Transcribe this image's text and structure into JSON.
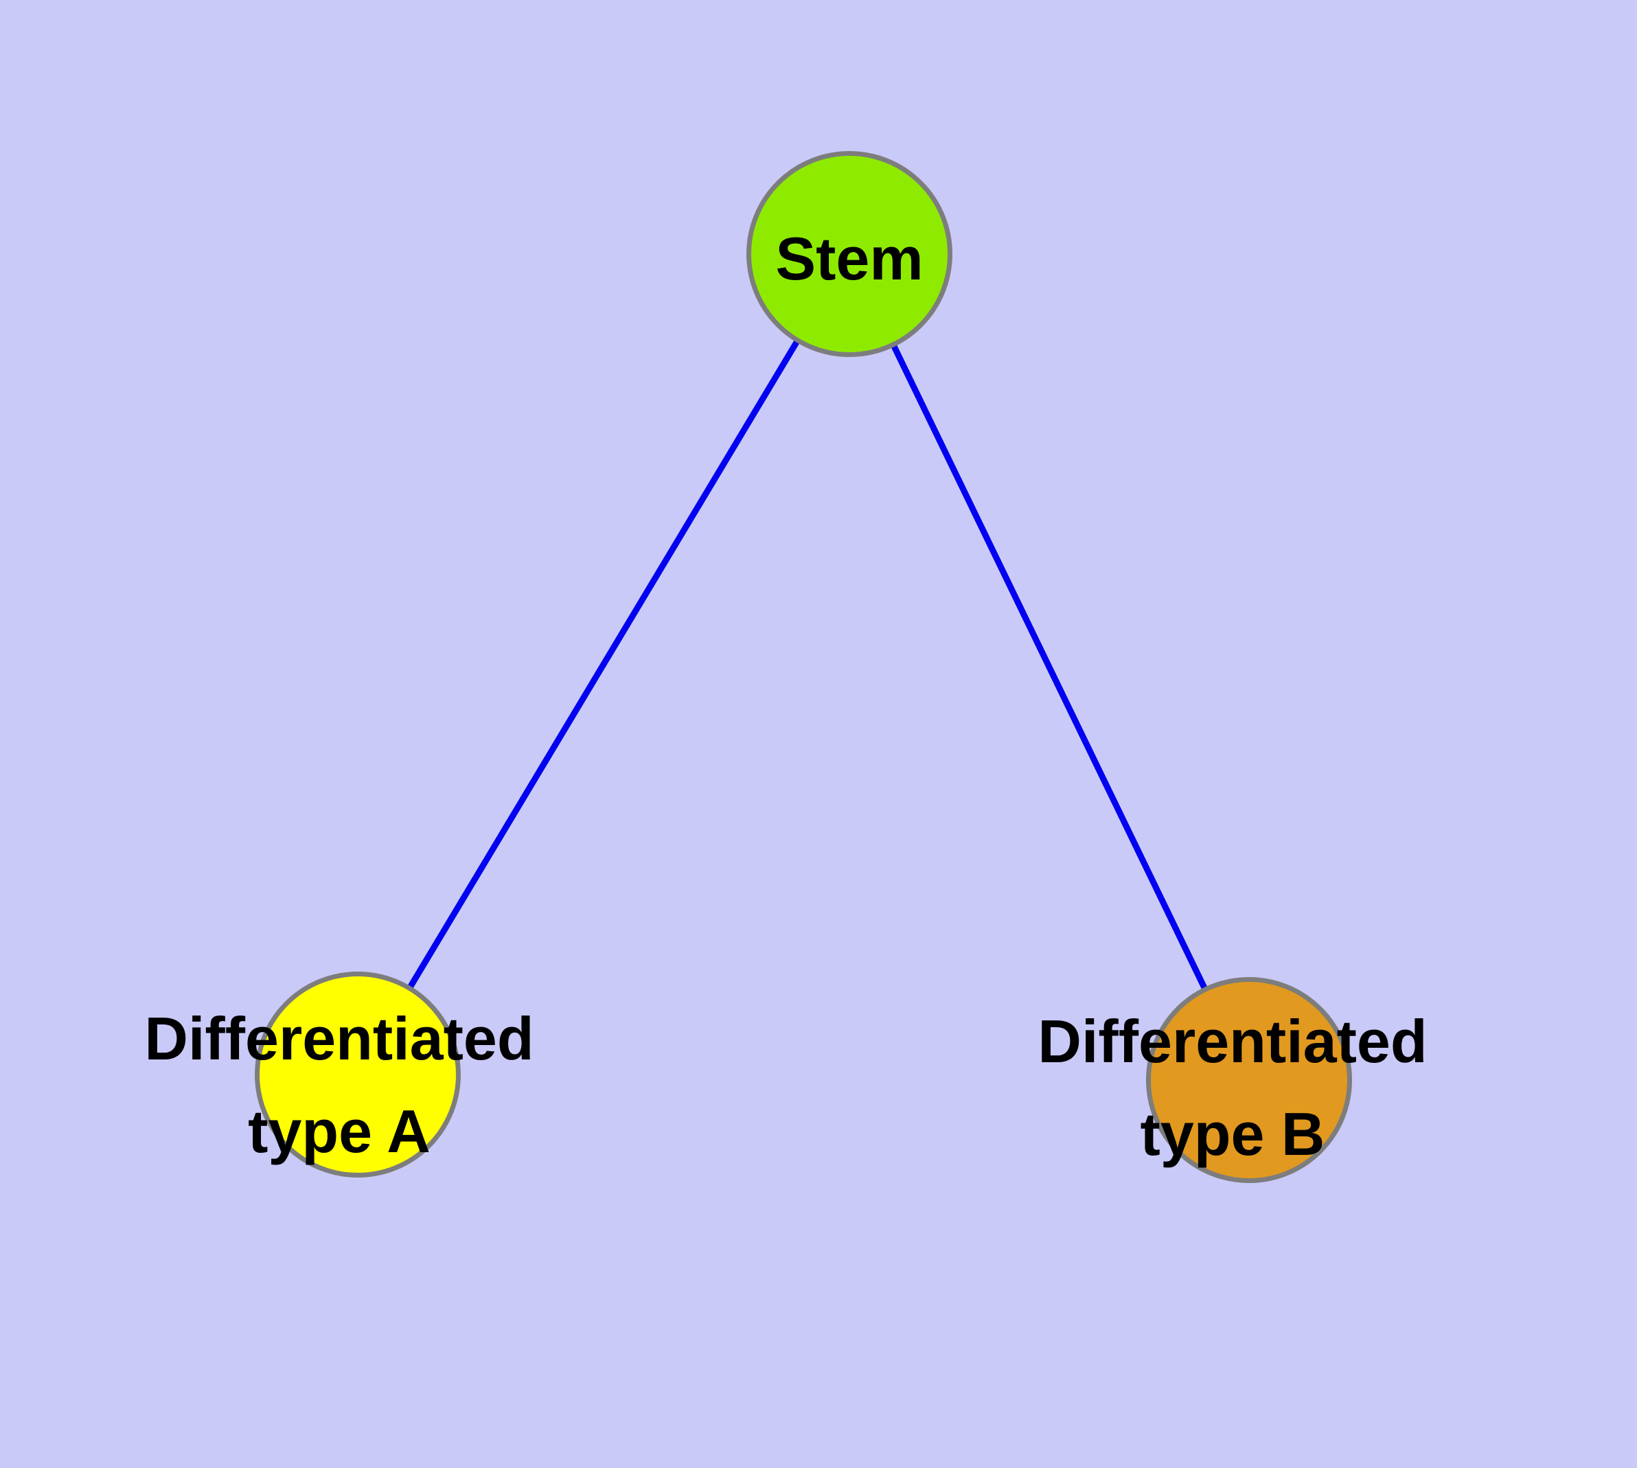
{
  "diagram": {
    "background_color": "#CACAF8",
    "edge_color": "#0202F0",
    "node_border_color": "#7D7D7D",
    "text_color": "#000000",
    "nodes": {
      "stem": {
        "label": "Stem",
        "color": "#8EEB00"
      },
      "type_a": {
        "label_line1": "Differentiated",
        "label_line2": "type A",
        "color": "#FFFF00"
      },
      "type_b": {
        "label_line1": "Differentiated",
        "label_line2": "type B",
        "color": "#E2991F"
      }
    },
    "edges": [
      {
        "from": "Stem",
        "to": "Differentiated type A"
      },
      {
        "from": "Stem",
        "to": "Differentiated type B"
      }
    ]
  }
}
